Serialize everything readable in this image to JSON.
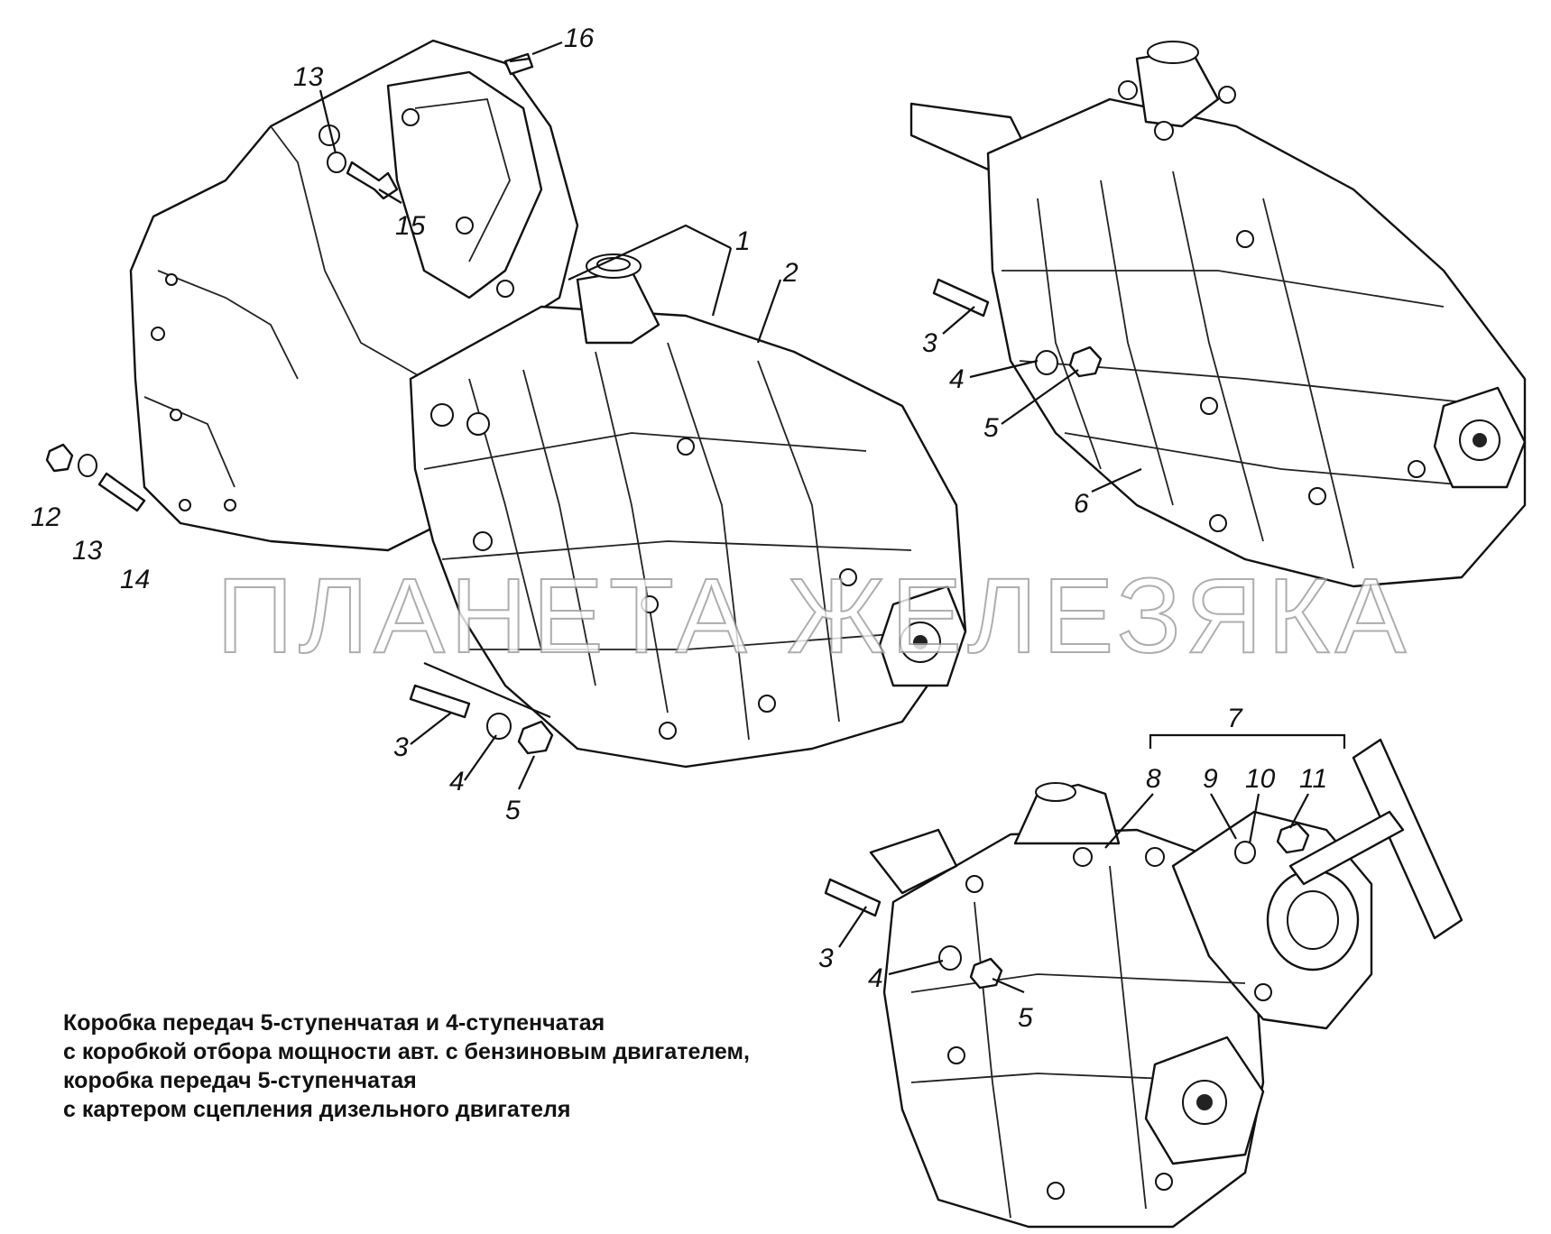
{
  "caption": {
    "lines": [
      "Коробка передач 5-ступенчатая и 4-ступенчатая",
      "с коробкой отбора мощности авт. с бензиновым двигателем,",
      "коробка передач 5-ступенчатая",
      "с картером сцепления дизельного двигателя"
    ]
  },
  "watermark": "ПЛАНЕТА ЖЕЛЕЗЯКА",
  "callouts": {
    "left_assembly": [
      "1",
      "2",
      "3",
      "4",
      "5",
      "12",
      "13",
      "14",
      "13",
      "15",
      "16"
    ],
    "top_right_assembly": [
      "3",
      "4",
      "5",
      "6"
    ],
    "bottom_right_assembly": [
      "7",
      "8",
      "9",
      "10",
      "11",
      "3",
      "4",
      "5"
    ]
  }
}
